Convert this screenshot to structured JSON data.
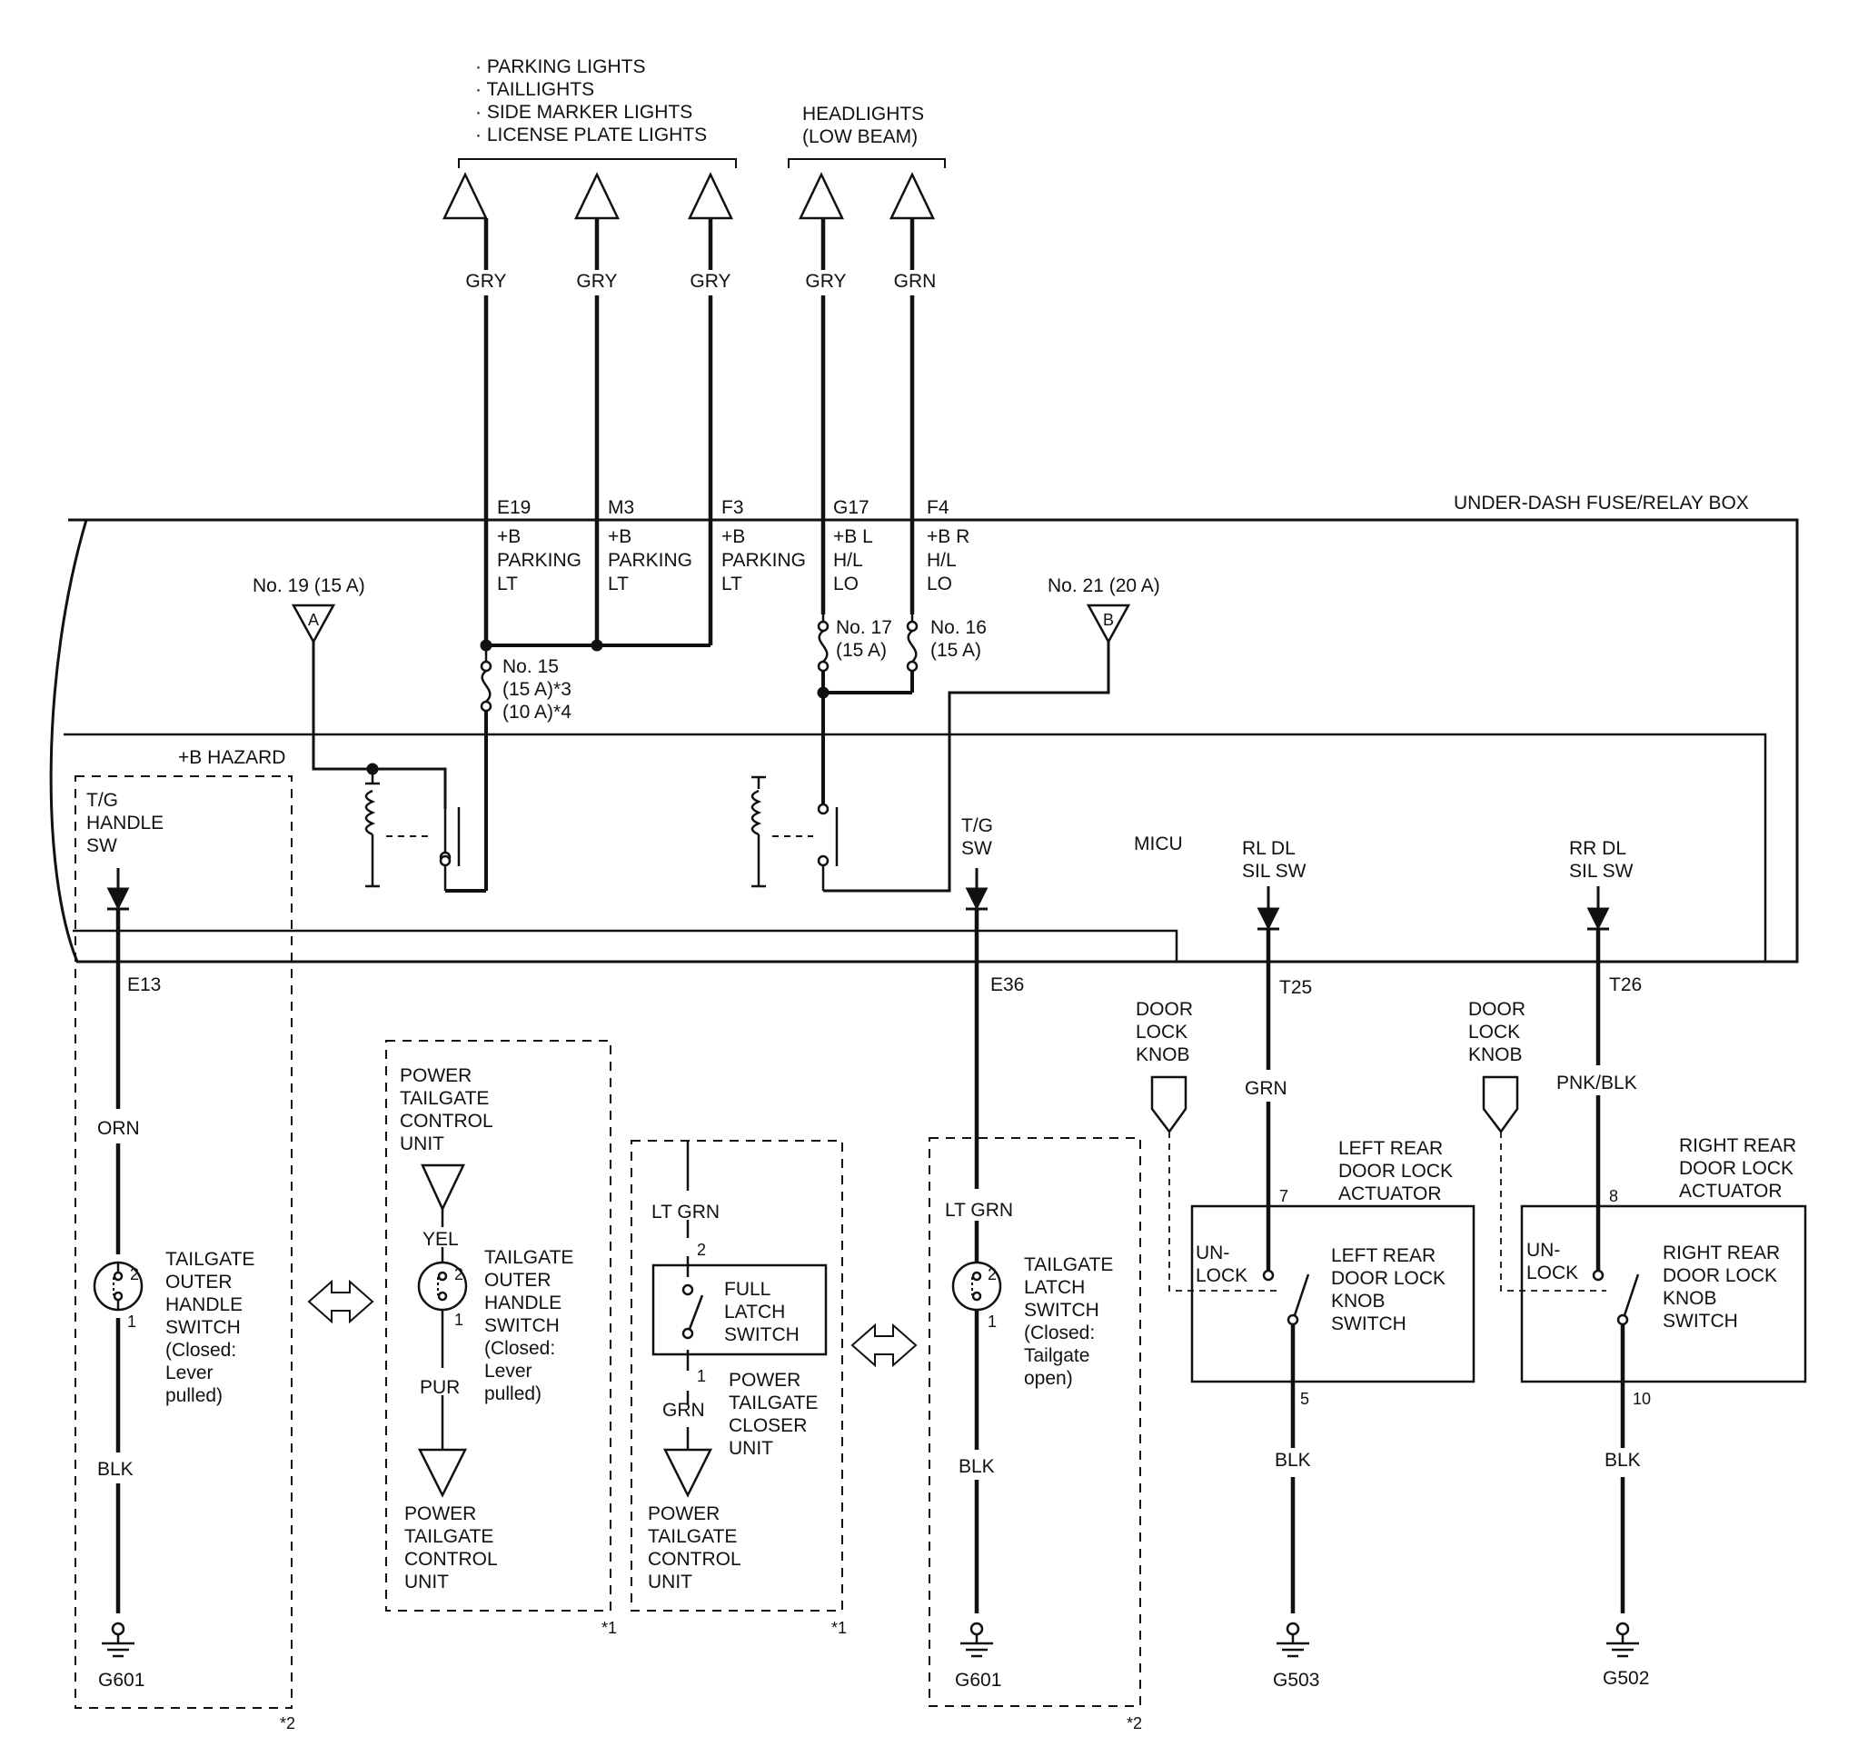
{
  "top_groups": {
    "lights_list": [
      "· PARKING LIGHTS",
      "· TAILLIGHTS",
      "· SIDE MARKER LIGHTS",
      "· LICENSE PLATE LIGHTS"
    ],
    "headlights": [
      "HEADLIGHTS",
      "(LOW BEAM)"
    ]
  },
  "wires_top": [
    {
      "color": "GRY",
      "connector": "E19",
      "label": [
        "+B",
        "PARKING",
        "LT"
      ]
    },
    {
      "color": "GRY",
      "connector": "M3",
      "label": [
        "+B",
        "PARKING",
        "LT"
      ]
    },
    {
      "color": "GRY",
      "connector": "F3",
      "label": [
        "+B",
        "PARKING",
        "LT"
      ]
    },
    {
      "color": "GRY",
      "connector": "G17",
      "label": [
        "+B L",
        "H/L",
        "LO"
      ]
    },
    {
      "color": "GRN",
      "connector": "F4",
      "label": [
        "+B R",
        "H/L",
        "LO"
      ]
    }
  ],
  "fuse_box": {
    "title": "UNDER-DASH FUSE/RELAY BOX",
    "micu": "MICU",
    "hazard": "+B HAZARD",
    "source_a": {
      "name": "No. 19 (15 A)",
      "tag": "A"
    },
    "source_b": {
      "name": "No. 21 (20 A)",
      "tag": "B"
    },
    "fuse15": [
      "No. 15",
      "(15 A)*3",
      "(10 A)*4"
    ],
    "fuse17": [
      "No. 17",
      "(15 A)"
    ],
    "fuse16": [
      "No. 16",
      "(15 A)"
    ]
  },
  "micu_inputs": {
    "tg_handle": {
      "label": [
        "T/G",
        "HANDLE",
        "SW"
      ],
      "pin": "E13"
    },
    "tg_sw": {
      "label": [
        "T/G",
        "SW"
      ],
      "pin": "E36"
    },
    "rl": {
      "label": [
        "RL DL",
        "SIL SW"
      ],
      "pin": "T25"
    },
    "rr": {
      "label": [
        "RR DL",
        "SIL SW"
      ],
      "pin": "T26"
    }
  },
  "circuit_handle": {
    "wire_top": "ORN",
    "wire_bottom": "BLK",
    "pin_top": "2",
    "pin_bottom": "1",
    "switch": [
      "TAILGATE",
      "OUTER",
      "HANDLE",
      "SWITCH",
      "(Closed:",
      "Lever",
      "pulled)"
    ],
    "ground": "G601",
    "note": "*2"
  },
  "circuit_ptc_handle": {
    "top_unit": [
      "POWER",
      "TAILGATE",
      "CONTROL",
      "UNIT"
    ],
    "wire_top": "YEL",
    "wire_bottom": "PUR",
    "pin_top": "2",
    "pin_bottom": "1",
    "switch": [
      "TAILGATE",
      "OUTER",
      "HANDLE",
      "SWITCH",
      "(Closed:",
      "Lever",
      "pulled)"
    ],
    "bottom_unit": [
      "POWER",
      "TAILGATE",
      "CONTROL",
      "UNIT"
    ],
    "note": "*1"
  },
  "circuit_closer": {
    "wire_top": "LT GRN",
    "wire_bottom": "GRN",
    "pin_top": "2",
    "pin_bottom": "1",
    "switch": [
      "FULL",
      "LATCH",
      "SWITCH"
    ],
    "unit": [
      "POWER",
      "TAILGATE",
      "CLOSER",
      "UNIT"
    ],
    "bottom_unit": [
      "POWER",
      "TAILGATE",
      "CONTROL",
      "UNIT"
    ],
    "note": "*1"
  },
  "circuit_latch": {
    "wire_top": "LT GRN",
    "wire_bottom": "BLK",
    "pin_top": "2",
    "pin_bottom": "1",
    "switch": [
      "TAILGATE",
      "LATCH",
      "SWITCH",
      "(Closed:",
      "Tailgate",
      "open)"
    ],
    "ground": "G601",
    "note": "*2"
  },
  "circuit_left_rear": {
    "knob": [
      "DOOR",
      "LOCK",
      "KNOB"
    ],
    "wire_top": "GRN",
    "pin_top": "7",
    "pin_bottom": "5",
    "wire_bottom": "BLK",
    "actuator": [
      "LEFT REAR",
      "DOOR LOCK",
      "ACTUATOR"
    ],
    "unlock": [
      "UN-",
      "LOCK"
    ],
    "switch": [
      "LEFT REAR",
      "DOOR LOCK",
      "KNOB",
      "SWITCH"
    ],
    "ground": "G503"
  },
  "circuit_right_rear": {
    "knob": [
      "DOOR",
      "LOCK",
      "KNOB"
    ],
    "wire_top": "PNK/BLK",
    "pin_top": "8",
    "pin_bottom": "10",
    "wire_bottom": "BLK",
    "actuator": [
      "RIGHT REAR",
      "DOOR LOCK",
      "ACTUATOR"
    ],
    "unlock": [
      "UN-",
      "LOCK"
    ],
    "switch": [
      "RIGHT REAR",
      "DOOR LOCK",
      "KNOB",
      "SWITCH"
    ],
    "ground": "G502"
  }
}
